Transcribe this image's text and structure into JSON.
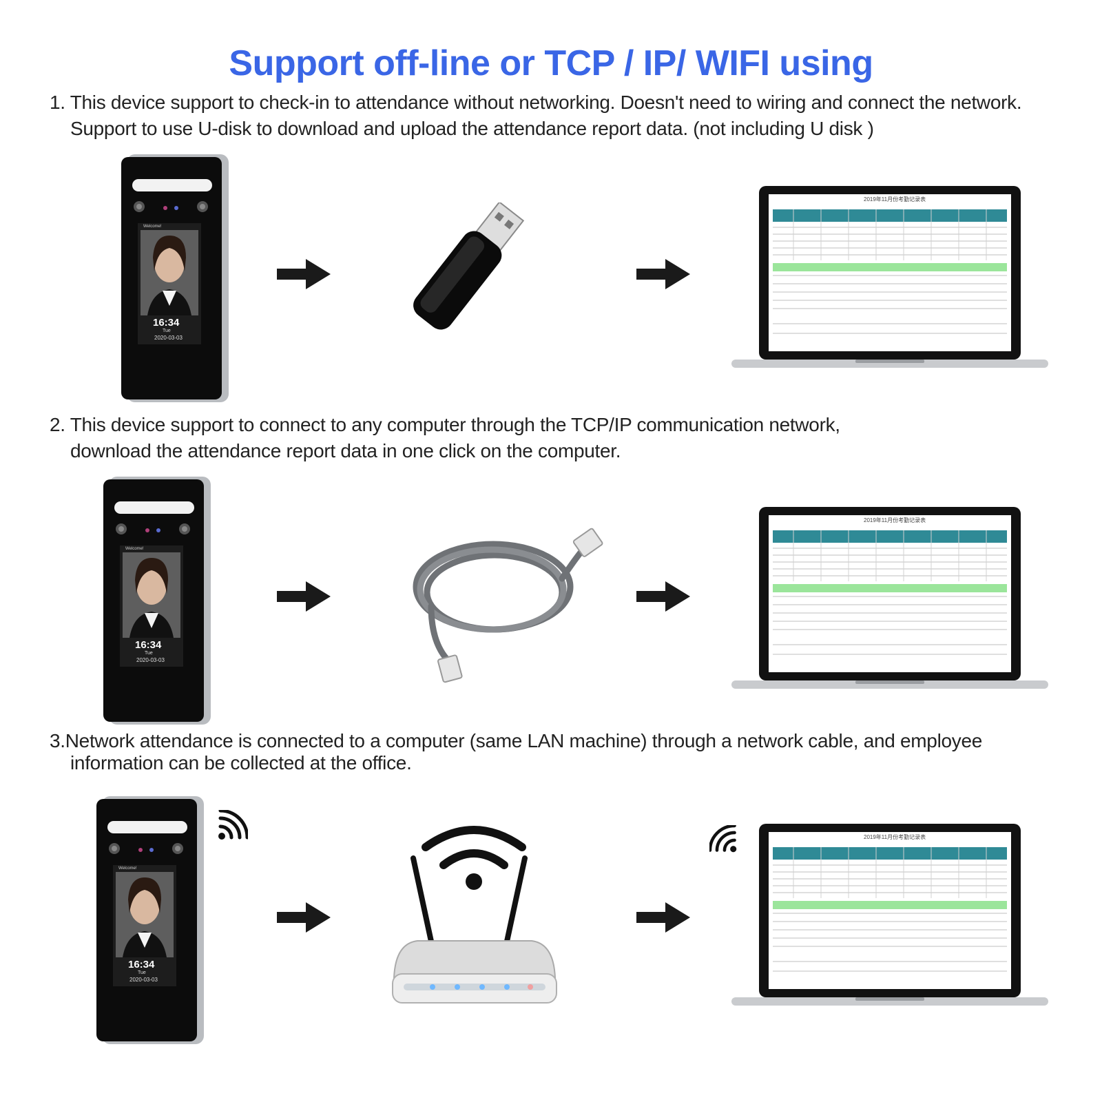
{
  "title": "Support off-line or TCP / IP/ WIFI using",
  "sections": [
    {
      "line1": "1. This device support to check-in to attendance without networking. Doesn't need to wiring and connect the network.",
      "line2": "Support to use U-disk to download and upload the attendance report data. (not including U disk )",
      "middle_icon": "usb-flash-drive-icon"
    },
    {
      "line1": "2. This device support to connect to any computer through the TCP/IP communication network,",
      "line2": "download the attendance report data in one click on the computer.",
      "middle_icon": "ethernet-cable-icon"
    },
    {
      "line1": "3.Network attendance is connected to a computer (same LAN machine) through a network cable, and employee",
      "line2": "information can be collected at the office.",
      "middle_icon": "wifi-router-icon"
    }
  ],
  "device_screen": {
    "welcome": "Welcome!",
    "time": "16:34",
    "day": "Tue",
    "date": "2020-03-03"
  },
  "report": {
    "sheet_title": "2019年11月份考勤记录表"
  },
  "colors": {
    "title": "#3a66e6",
    "arrow": "#1a1a1a",
    "sheet_header": "#2f8a96",
    "sheet_band": "#9be59b"
  }
}
